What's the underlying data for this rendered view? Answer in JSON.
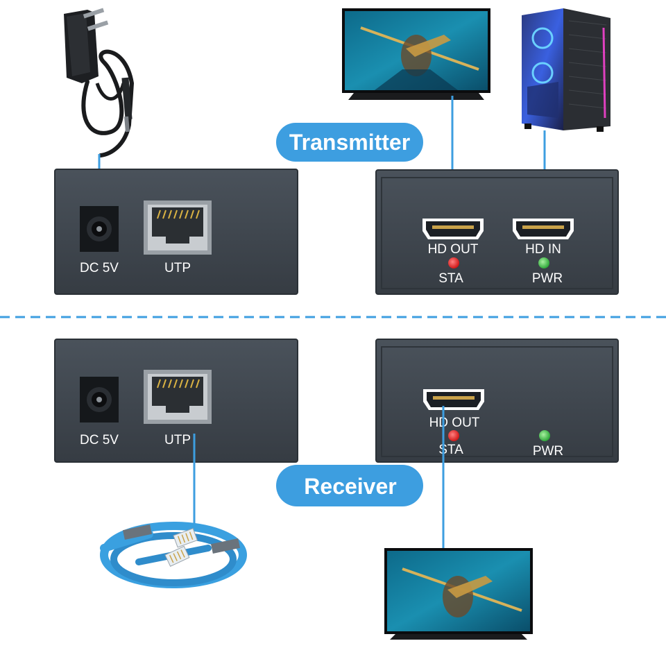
{
  "transmitter": {
    "title": "Transmitter",
    "back_panel": {
      "dc_label": "DC 5V",
      "utp_label": "UTP"
    },
    "front_panel": {
      "hd_out_label": "HD OUT",
      "hd_in_label": "HD IN",
      "sta_label": "STA",
      "pwr_label": "PWR"
    }
  },
  "receiver": {
    "title": "Receiver",
    "back_panel": {
      "dc_label": "DC 5V",
      "utp_label": "UTP"
    },
    "front_panel": {
      "hd_out_label": "HD OUT",
      "sta_label": "STA",
      "pwr_label": "PWR"
    }
  },
  "colors": {
    "panel": "#3f464e",
    "panel_edge": "#2a3036",
    "accent": "#3d9ee0",
    "led_sta": "#e22222",
    "led_pwr": "#2fbf3a",
    "cable": "#3aa0e0"
  },
  "icons": [
    "power-adapter-icon",
    "tv-monitor-icon",
    "pc-tower-icon",
    "flat-ethernet-cable-icon",
    "hdmi-port-icon",
    "rj45-port-icon",
    "dc-jack-icon"
  ]
}
